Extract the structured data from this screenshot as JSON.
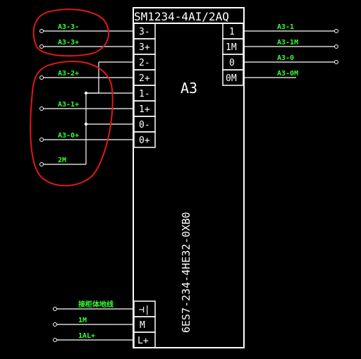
{
  "module": {
    "title": "SM1234-4AI/2AQ",
    "label": "A3",
    "part_number": "6ES7-234-4HE32-0XB0"
  },
  "left_terminals": [
    "3-",
    "3+",
    "2-",
    "2+",
    "1-",
    "1+",
    "0-",
    "0+"
  ],
  "right_terminals": [
    "1",
    "1M",
    "0",
    "0M"
  ],
  "power_terminals": [
    "⊣|",
    "M",
    "L+"
  ],
  "left_wire_labels": [
    "A3-3-",
    "A3-3+",
    "A3-2+",
    "A3-1+",
    "A3-0+",
    "2M"
  ],
  "right_wire_labels": [
    "A3-1",
    "A3-1M",
    "A3-0",
    "A3-0M"
  ],
  "power_wire_labels": [
    "接柜体地线",
    "1M",
    "1AL+"
  ],
  "colors": {
    "background": "#000000",
    "outline": "#ffffff",
    "wire_label": "#33ff33",
    "annotation": "#e01818"
  }
}
